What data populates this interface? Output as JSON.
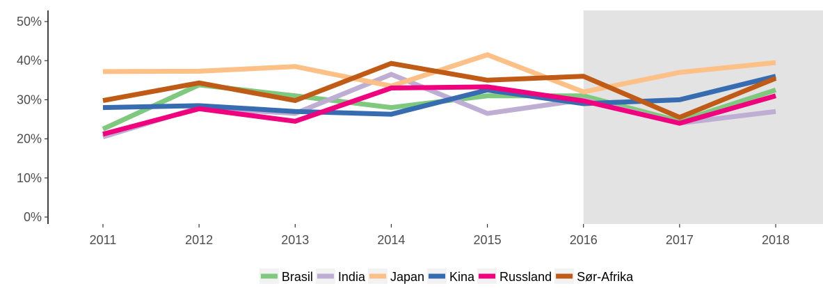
{
  "chart_data": {
    "type": "line",
    "title": "",
    "xlabel": "",
    "ylabel": "",
    "x": [
      2011,
      2012,
      2013,
      2014,
      2015,
      2016,
      2017,
      2018
    ],
    "x_tick_labels": [
      "2011",
      "2012",
      "2013",
      "2014",
      "2015",
      "2016",
      "2017",
      "2018"
    ],
    "ylim": [
      0,
      0.5
    ],
    "y_ticks": [
      0,
      0.1,
      0.2,
      0.3,
      0.4,
      0.5
    ],
    "y_tick_labels": [
      "0%",
      "10%",
      "20%",
      "30%",
      "40%",
      "50%"
    ],
    "shaded_region": {
      "x_start": 2016,
      "color": "#e3e3e3"
    },
    "grid": false,
    "legend_position": "bottom",
    "series": [
      {
        "name": "Brasil",
        "color": "#7fc97f",
        "values": [
          0.225,
          0.338,
          0.31,
          0.28,
          0.31,
          0.31,
          0.245,
          0.325
        ]
      },
      {
        "name": "India",
        "color": "#beaed4",
        "values": [
          0.205,
          0.28,
          0.265,
          0.365,
          0.265,
          0.3,
          0.24,
          0.27
        ]
      },
      {
        "name": "Japan",
        "color": "#fdc086",
        "values": [
          0.372,
          0.373,
          0.385,
          0.335,
          0.415,
          0.32,
          0.37,
          0.395
        ]
      },
      {
        "name": "Kina",
        "color": "#386cb0",
        "values": [
          0.28,
          0.285,
          0.27,
          0.263,
          0.325,
          0.29,
          0.3,
          0.36
        ]
      },
      {
        "name": "Russland",
        "color": "#f0027f",
        "values": [
          0.212,
          0.277,
          0.245,
          0.33,
          0.333,
          0.297,
          0.24,
          0.31
        ]
      },
      {
        "name": "Sør-Afrika",
        "color": "#bf5b17",
        "values": [
          0.298,
          0.343,
          0.298,
          0.393,
          0.35,
          0.36,
          0.255,
          0.355
        ]
      }
    ]
  }
}
